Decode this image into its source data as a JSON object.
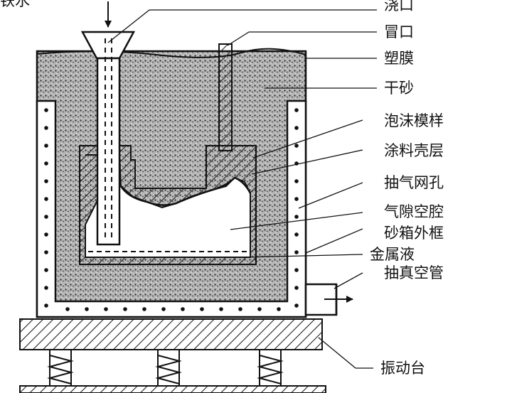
{
  "labels": {
    "molten_iron": "铁水",
    "sprue": "浇口",
    "riser": "冒口",
    "plastic_film": "塑膜",
    "dry_sand": "干砂",
    "foam_pattern": "泡沫模样",
    "coating_shell": "涂料壳层",
    "suction_holes": "抽气网孔",
    "gas_gap_cavity": "气隙空腔",
    "flask_frame": "砂箱外框",
    "molten_metal": "金属液",
    "vacuum_pipe": "抽真空管",
    "vibration_table": "振动台"
  }
}
